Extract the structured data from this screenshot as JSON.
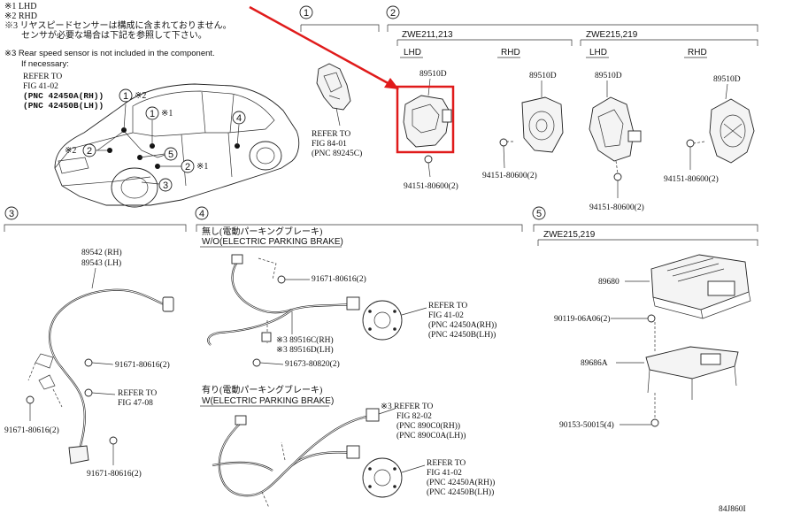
{
  "notes": {
    "n1": "※1 LHD",
    "n2": "※2 RHD",
    "n3_jp_l1": "※3 リヤスピードセンサーは構成に含まれておりません。",
    "n3_jp_l2": "センサが必要な場合は下記を参照して下さい。",
    "n3_en_l1": "※3 Rear speed sensor is not included in the component.",
    "n3_en_l2": "If necessary:",
    "ref_l1": "REFER TO",
    "ref_l2": "FIG 41-02",
    "ref_l3": "(PNC 42450A(RH))",
    "ref_l4": "(PNC 42450B(LH))"
  },
  "car_callouts": {
    "c1a": "1",
    "c1a_note": "※2",
    "c1b": "1",
    "c1b_note": "※1",
    "c2a": "2",
    "c2a_note": "※2",
    "c2b": "2",
    "c2b_note": "※1",
    "c3": "3",
    "c4": "4",
    "c5": "5"
  },
  "section1": {
    "num": "1",
    "ref_l1": "REFER TO",
    "ref_l2": "FIG 84-01",
    "ref_l3": "(PNC 89245C)"
  },
  "section2": {
    "num": "2",
    "group_a": "ZWE211,213",
    "group_b": "ZWE215,219",
    "lhd": "LHD",
    "rhd": "RHD",
    "part_a": "89510D",
    "part_b": "89510D",
    "part_c": "89510D",
    "part_d": "89510D",
    "bolt_a": "94151-80600(2)",
    "bolt_b": "94151-80600(2)",
    "bolt_c": "94151-80600(2)",
    "bolt_d": "94151-80600(2)"
  },
  "section3": {
    "num": "3",
    "p_rh": "89542 (RH)",
    "p_lh": "89543 (LH)",
    "bolt1": "91671-80616(2)",
    "ref_l1": "REFER TO",
    "ref_l2": "FIG 47-08",
    "bolt2": "91671-80616(2)",
    "bolt3": "91671-80616(2)"
  },
  "section4": {
    "num": "4",
    "wo_jp": "無し(電動パーキングブレーキ)",
    "wo_en": "W/O(ELECTRIC PARKING BRAKE)",
    "bolt1": "91671-80616(2)",
    "ref_l1": "REFER TO",
    "ref_l2": "FIG 41-02",
    "ref_l3": "(PNC 42450A(RH))",
    "ref_l4": "(PNC 42450B(LH))",
    "s_rh": "※3 89516C(RH)",
    "s_lh": "※3 89516D(LH)",
    "bolt2": "91673-80820(2)",
    "w_jp": "有り(電動パーキングブレーキ)",
    "w_en": "W(ELECTRIC PARKING BRAKE)",
    "ref2_l1": "※3 REFER TO",
    "ref2_l2": "FIG 82-02",
    "ref2_l3": "(PNC 890C0(RH))",
    "ref2_l4": "(PNC 890C0A(LH))",
    "ref3_l1": "REFER TO",
    "ref3_l2": "FIG 41-02",
    "ref3_l3": "(PNC 42450A(RH))",
    "ref3_l4": "(PNC 42450B(LH))"
  },
  "section5": {
    "num": "5",
    "group": "ZWE215,219",
    "part1": "89680",
    "bolt1": "90119-06A06(2)",
    "part2": "89686A",
    "bolt2": "90153-50015(4)"
  },
  "footer": {
    "code": "84J860I"
  },
  "colors": {
    "highlight": "#e01b1b",
    "arrow": "#e01b1b",
    "ink": "#111111"
  }
}
